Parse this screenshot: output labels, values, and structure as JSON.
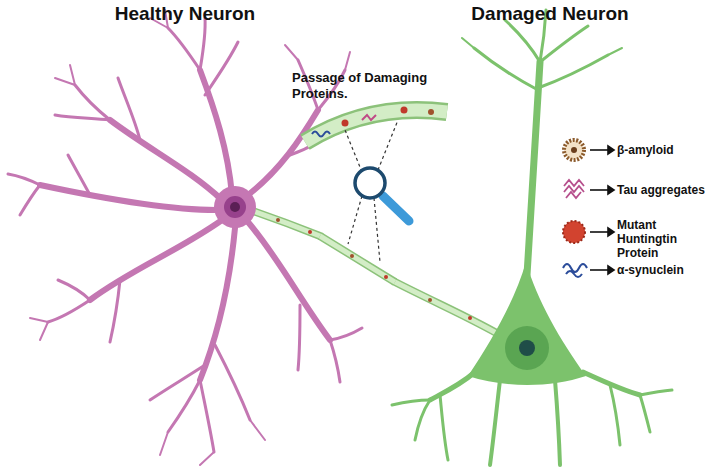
{
  "diagram": {
    "nodes": [
      {
        "text": [
          "Healthy Neuron"
        ]
      },
      {
        "text": [
          "Damaged Neuron"
        ]
      }
    ],
    "edges": [
      {
        "from": 0,
        "to": 1,
        "arrow": "none"
      }
    ],
    "labels": [
      "Passage of Damaging Proteins."
    ],
    "legend": [
      {
        "text": "β-amyloid"
      },
      {
        "text": "Tau aggregates"
      },
      {
        "text": "Mutant Huntingtin Protein"
      },
      {
        "text": "α-synuclein"
      }
    ]
  }
}
